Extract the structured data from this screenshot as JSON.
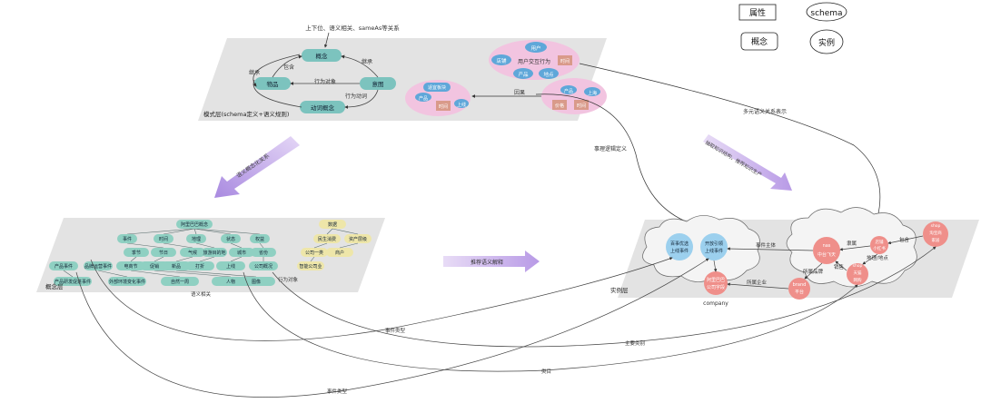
{
  "legend": {
    "attribute": "属性",
    "schema": "schema",
    "concept": "概念",
    "instance": "实例"
  },
  "schema_layer": {
    "top_label": "上下位、语义相关、sameAs等关系",
    "caption": "模式层(schema定义+语义规则)",
    "concept": "概念",
    "item": "物品",
    "intent": "意图",
    "action_concept": "动词概念",
    "inherit1": "继承",
    "inherit2": "继承",
    "contain": "包含",
    "action_object": "行为对象",
    "action_verb": "行为动词",
    "user_behavior_cluster": [
      "用户",
      "店铺",
      "用户交互行为",
      "时间",
      "产品",
      "地点"
    ],
    "event_cluster": [
      "适宜板块",
      "产品",
      "时间",
      "上线"
    ],
    "prod_cluster": [
      "产品",
      "上海",
      "价格",
      "时间"
    ],
    "cause": "因果"
  },
  "concept_layer": {
    "caption": "概念层",
    "root": "阿里巴巴概念",
    "row1": [
      "事件",
      "时间",
      "地理",
      "状态",
      "权益"
    ],
    "row2": [
      "季节",
      "节日",
      "气候",
      "旅游目的地",
      "城市",
      "省份"
    ],
    "row3": [
      "产品事件",
      "品牌运营事件",
      "电商节",
      "促销",
      "新品",
      "打折",
      "上线",
      "公司概况"
    ],
    "row4": [
      "产品研发促进事件",
      "外部环境变化事件",
      "自然一周",
      "人物",
      "图像"
    ],
    "right": [
      "数据",
      "民生消费",
      "资产层级",
      "公司一类",
      "商户",
      "智能公司业"
    ],
    "semantic_related": "语义相关",
    "action_object": "行为对象"
  },
  "instance_layer": {
    "caption": "实例层",
    "left_event": [
      "百事优选",
      "上线事件"
    ],
    "mid_event": [
      "开放引领",
      "上线事件"
    ],
    "event_subject": "事件主体",
    "company": [
      "阿里巴巴",
      "公司字段"
    ],
    "company_label": "company",
    "related_company": "所属企业",
    "brand_center": [
      "nas",
      "中台飞天"
    ],
    "brand_small": [
      "brand",
      "平台"
    ],
    "belong": "隶属",
    "related_brand": "所属品牌",
    "sales": "销售",
    "store_a": [
      "店铺",
      "小红书"
    ],
    "store_b": [
      "shop",
      "天猫",
      "网购"
    ],
    "geo_time": "地理/地点",
    "shop_top": [
      "shop",
      "淘宝商",
      "家居"
    ],
    "contain": "包含"
  },
  "transitions": {
    "semantic_drill": "语义概念化关系",
    "instance_semantic": "推荐语义解释",
    "pattern_extract": "抽取知识结构，推荐知识生产",
    "event_logic": "事理逻辑定义",
    "multi_relation": "多元语义关系表示"
  },
  "cross_links": {
    "event_type1": "事件类型",
    "event_type2": "事件类型",
    "main_category": "主要类别",
    "category": "类目"
  }
}
